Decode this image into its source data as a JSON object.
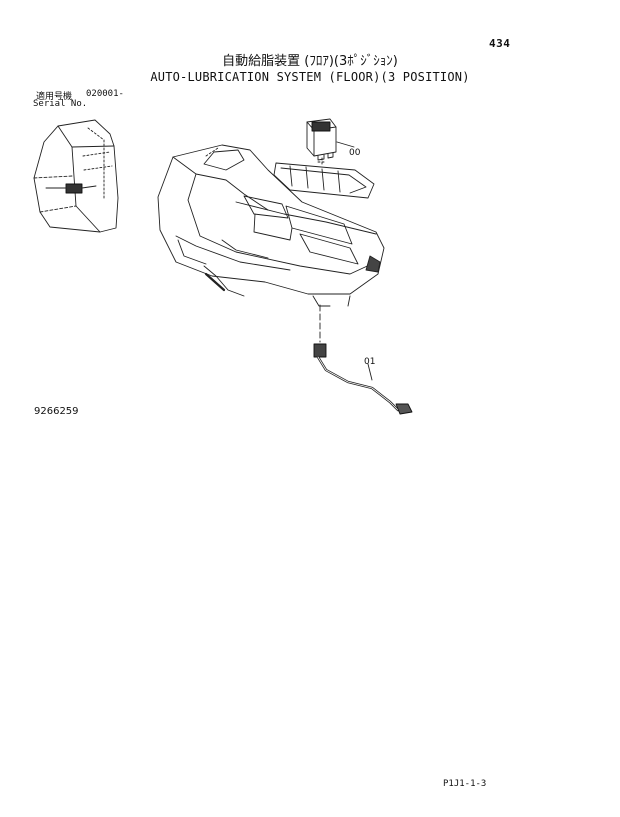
{
  "page_number": "434",
  "title_jp": "自動給脂装置 (ﾌﾛｱ)(3ﾎﾟｼﾞｼｮﾝ)",
  "title_en": "AUTO-LUBRICATION SYSTEM (FLOOR)(3 POSITION)",
  "serial": {
    "label_jp": "適用号機",
    "label_en": "Serial No.",
    "value": "020001-"
  },
  "callouts": {
    "switch": "00",
    "harness": "01"
  },
  "drawing_code": "9266259",
  "footer_code": "P1J1-1-3"
}
